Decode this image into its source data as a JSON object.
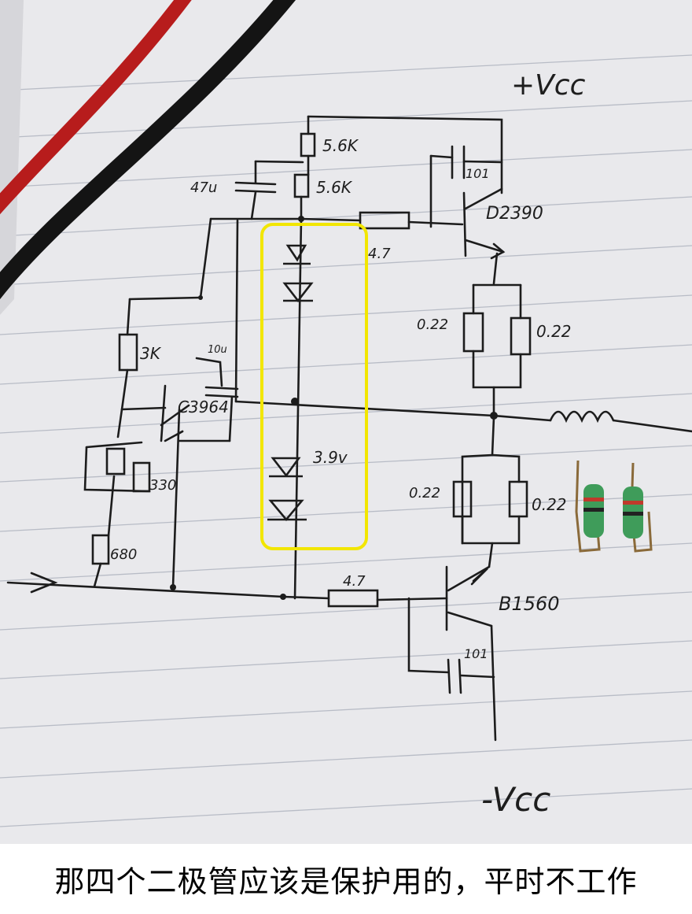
{
  "photo": {
    "labels": {
      "vcc_pos": "+Vcc",
      "vcc_neg": "-Vcc",
      "r_top1": "5.6K",
      "r_top2": "5.6K",
      "cap_47u": "47u",
      "r_base_top": "4.7",
      "cap_top": "101",
      "q_top": "D2390",
      "r_e1": "0.22",
      "r_e2": "0.22",
      "r_3k": "3K",
      "cap_10u": "10u",
      "q_mid": "C3964",
      "zener": "3.9v",
      "r_e3": "0.22",
      "r_e4": "0.22",
      "r_330": "330",
      "r_680": "680",
      "r_base_bot": "4.7",
      "q_bot": "B1560",
      "cap_bot": "101"
    },
    "highlight_color": "#f2e600"
  },
  "caption": "那四个二极管应该是保护用的，平时不工作"
}
